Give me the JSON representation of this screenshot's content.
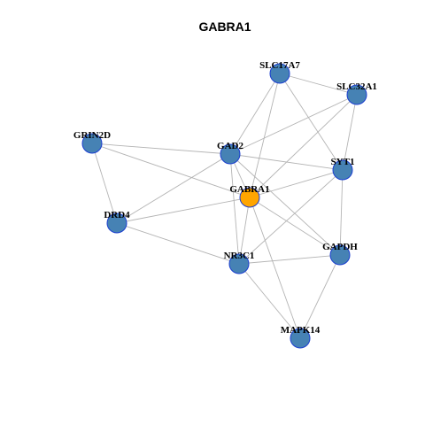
{
  "title": "GABRA1",
  "colors": {
    "node": "#4682b4",
    "focus_node": "#ffa500",
    "node_border": "#1c3fd0",
    "edge": "#b4b4b4"
  },
  "nodes": [
    {
      "id": "SLC17A7",
      "focus": false
    },
    {
      "id": "SLC32A1",
      "focus": false
    },
    {
      "id": "GRIN2D",
      "focus": false
    },
    {
      "id": "GAD2",
      "focus": false
    },
    {
      "id": "SYT1",
      "focus": false
    },
    {
      "id": "GABRA1",
      "focus": true
    },
    {
      "id": "DRD4",
      "focus": false
    },
    {
      "id": "GAPDH",
      "focus": false
    },
    {
      "id": "NR3C1",
      "focus": false
    },
    {
      "id": "MAPK14",
      "focus": false
    }
  ],
  "edges": [
    [
      "SLC17A7",
      "SLC32A1"
    ],
    [
      "SLC17A7",
      "GAD2"
    ],
    [
      "SLC17A7",
      "GABRA1"
    ],
    [
      "SLC17A7",
      "SYT1"
    ],
    [
      "SLC32A1",
      "GAD2"
    ],
    [
      "SLC32A1",
      "GABRA1"
    ],
    [
      "SLC32A1",
      "SYT1"
    ],
    [
      "GRIN2D",
      "GAD2"
    ],
    [
      "GRIN2D",
      "GABRA1"
    ],
    [
      "GRIN2D",
      "DRD4"
    ],
    [
      "GAD2",
      "SYT1"
    ],
    [
      "GAD2",
      "GABRA1"
    ],
    [
      "GAD2",
      "DRD4"
    ],
    [
      "GAD2",
      "NR3C1"
    ],
    [
      "GAD2",
      "GAPDH"
    ],
    [
      "SYT1",
      "GABRA1"
    ],
    [
      "SYT1",
      "GAPDH"
    ],
    [
      "SYT1",
      "NR3C1"
    ],
    [
      "GABRA1",
      "DRD4"
    ],
    [
      "GABRA1",
      "NR3C1"
    ],
    [
      "GABRA1",
      "GAPDH"
    ],
    [
      "GABRA1",
      "MAPK14"
    ],
    [
      "DRD4",
      "NR3C1"
    ],
    [
      "NR3C1",
      "GAPDH"
    ],
    [
      "NR3C1",
      "MAPK14"
    ],
    [
      "GAPDH",
      "MAPK14"
    ]
  ]
}
